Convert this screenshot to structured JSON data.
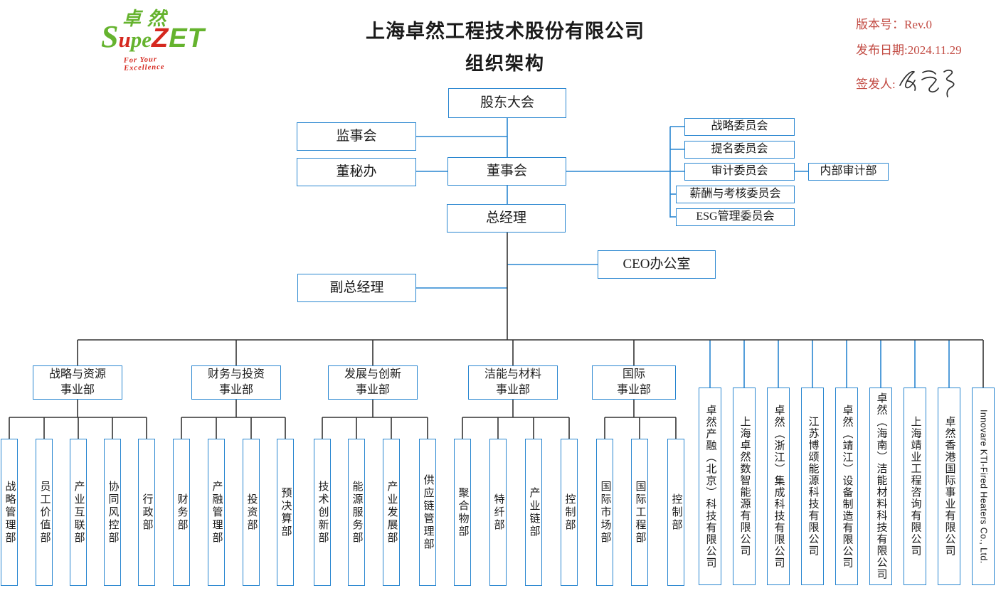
{
  "logo": {
    "cjk": "卓然",
    "word_parts": [
      {
        "t": "S"
      },
      {
        "t": "u"
      },
      {
        "t": "pe"
      },
      {
        "t": "Z"
      },
      {
        "t": "ET"
      }
    ],
    "tagline": "For Your Excellence"
  },
  "title": {
    "line1": "上海卓然工程技术股份有限公司",
    "line2": "组织架构"
  },
  "meta": {
    "version": "版本号：Rev.0",
    "release_date": "发布日期:2024.11.29",
    "signer_label": "签发人:"
  },
  "colors": {
    "line_blue": "#2986d0",
    "line_black": "#333333",
    "logo_green": "#65b32e",
    "logo_red": "#d5281f",
    "meta_red": "#c24b43"
  },
  "nodes": {
    "shareholders": "股东大会",
    "supervisory_board": "监事会",
    "board_secretary_office": "董秘办",
    "board": "董事会",
    "general_manager": "总经理",
    "ceo_office": "CEO办公室",
    "deputy_general_manager": "副总经理",
    "internal_audit": "内部审计部"
  },
  "committees": [
    "战略委员会",
    "提名委员会",
    "审计委员会",
    "薪酬与考核委员会",
    "ESG管理委员会"
  ],
  "divisions": [
    {
      "line1": "战略与资源",
      "line2": "事业部"
    },
    {
      "line1": "财务与投资",
      "line2": "事业部"
    },
    {
      "line1": "发展与创新",
      "line2": "事业部"
    },
    {
      "line1": "洁能与材料",
      "line2": "事业部"
    },
    {
      "line1": "国际",
      "line2": "事业部"
    }
  ],
  "division_departments": [
    [
      "战略管理部",
      "员工价值部",
      "产业互联部",
      "协同风控部",
      "行政部"
    ],
    [
      "财务部",
      "产融管理部",
      "投资部",
      "预决算部"
    ],
    [
      "技术创新部",
      "能源服务部",
      "产业发展部",
      "供应链管理部"
    ],
    [
      "聚合物部",
      "特纤部",
      "产业链部",
      "控制部"
    ],
    [
      "国际市场部",
      "国际工程部",
      "控制部"
    ]
  ],
  "subsidiaries": [
    "卓然产融（北京）科技有限公司",
    "上海卓然数智能源有限公司",
    "卓然（浙江）集成科技有限公司",
    "江苏博颂能源科技有限公司",
    "卓然（靖江）设备制造有限公司",
    "卓然（海南）洁能材料科技有限公司",
    "上海靖业工程咨询有限公司",
    "卓然香港国际事业有限公司",
    "Innovare KTI-Fired Heaters Co., Ltd."
  ]
}
